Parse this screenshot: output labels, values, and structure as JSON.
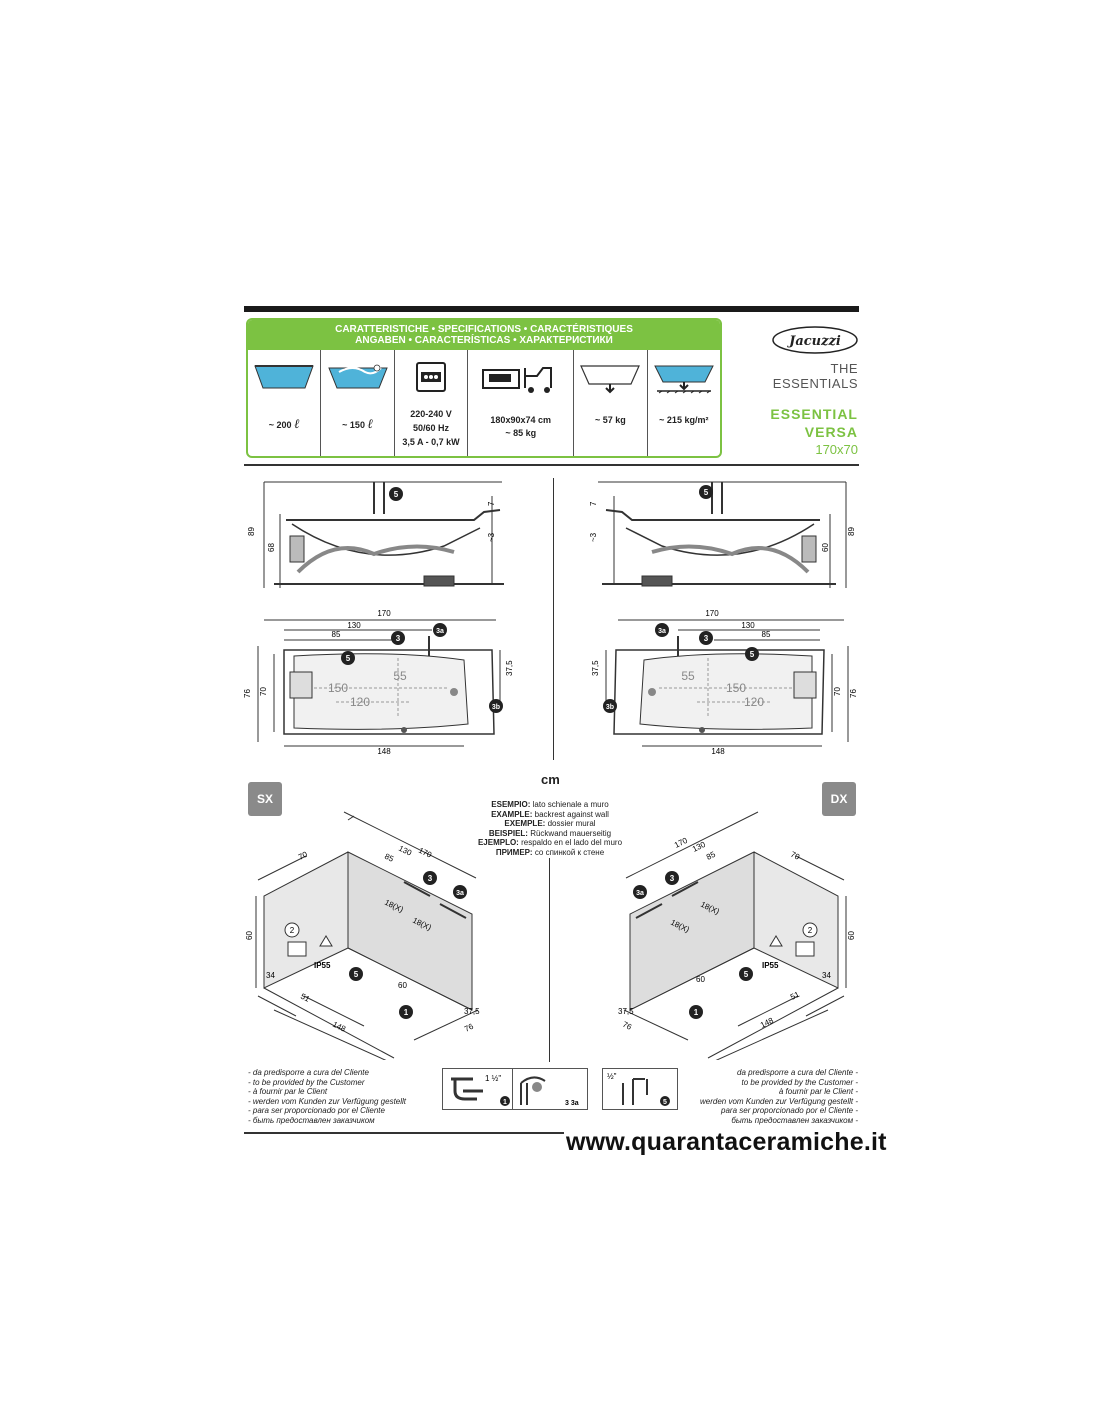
{
  "header": {
    "spec_title_line1": "CARATTERISTICHE • SPECIFICATIONS • CARACTÉRISTIQUES",
    "spec_title_line2": "ANGABEN • CARACTERÍSTICAS • ХАРАКТЕРИСТИКИ"
  },
  "specs": [
    {
      "icon": "tub-capacity-icon",
      "line1": "~ 200",
      "line2": "",
      "unit": "ℓ"
    },
    {
      "icon": "bather-volume-icon",
      "line1": "~ 150",
      "line2": "",
      "unit": "ℓ"
    },
    {
      "icon": "electrical-icon",
      "line1": "220-240 V",
      "line2": "50/60 Hz",
      "line3": "3,5 A - 0,7 kW"
    },
    {
      "icon": "packaging-forklift-icon",
      "line1": "180x90x74 cm",
      "line2": "~ 85 kg"
    },
    {
      "icon": "empty-weight-icon",
      "line1": "~ 57 kg",
      "line2": ""
    },
    {
      "icon": "floor-load-icon",
      "line1": "~ 215 kg/m²",
      "line2": ""
    }
  ],
  "brand": {
    "logo": "Jacuzzi",
    "tagline": "THE ESSENTIALS",
    "product_line1": "ESSENTIAL",
    "product_line2": "VERSA",
    "product_size": "170x70"
  },
  "dimensions": {
    "side_left": {
      "h89": "89",
      "h68": "68",
      "d7": "7",
      "d3": "~3",
      "mark5": "5"
    },
    "side_right": {
      "h89": "89",
      "h60": "60",
      "d7": "7",
      "d3": "~3",
      "mark5": "5"
    },
    "plan_left": {
      "w170": "170",
      "w130": "130",
      "w85": "85",
      "w148": "148",
      "h76": "76",
      "h70": "70",
      "h37": "37,5",
      "in150": "150",
      "in120": "120",
      "in55": "55",
      "m3": "3",
      "m3a": "3a",
      "m3b": "3b",
      "m5": "5"
    },
    "plan_right": {
      "w170": "170",
      "w130": "130",
      "w85": "85",
      "w148": "148",
      "h76": "76",
      "h70": "70",
      "h37": "37,5",
      "in150": "150",
      "in120": "120",
      "in55": "55",
      "m3": "3",
      "m3a": "3a",
      "m3b": "3b",
      "m5": "5"
    }
  },
  "units": "cm",
  "sides": {
    "left": "SX",
    "right": "DX"
  },
  "example": [
    {
      "label": "ESEMPIO:",
      "text": "lato schienale a muro"
    },
    {
      "label": "EXAMPLE:",
      "text": "backrest against wall"
    },
    {
      "label": "EXEMPLE:",
      "text": "dossier mural"
    },
    {
      "label": "BEISPIEL:",
      "text": "Rückwand mauerseitig"
    },
    {
      "label": "EJEMPLO:",
      "text": "respaldo en el lado del muro"
    },
    {
      "label": "ПРИМЕР:",
      "text": "со спинкой к стене"
    }
  ],
  "iso": {
    "d170": "170",
    "d130": "130",
    "d85": "85",
    "d70": "70",
    "d60": "60",
    "d60b": "60",
    "d34": "34",
    "d51": "51",
    "d148": "148",
    "d37": "37,5",
    "d76": "76",
    "d18a": "18(X)",
    "d18b": "18(X)",
    "ip": "IP55",
    "m1": "1",
    "m2": "2",
    "m3": "3",
    "m3a": "3a",
    "m5": "5"
  },
  "customer_notes": [
    "- da predisporre a cura del Cliente",
    "- to be provided by the Customer",
    "- à fournir par le Client",
    "- werden vom Kunden zur Verfügung gestellt",
    "- para ser proporcionado por el Cliente",
    "- быть предоставлен заказчиком"
  ],
  "customer_notes_right": [
    "da predisporre a cura del Cliente -",
    "to be provided by the Customer -",
    "à fournir par le Client -",
    "werden vom Kunden zur Verfügung gestellt -",
    "para ser proporcionado por el Cliente -",
    "быть предоставлен заказчиком -"
  ],
  "connections": [
    {
      "size": "1 ½\"",
      "mark": "1"
    },
    {
      "size": "",
      "mark": "3 3a"
    },
    {
      "size": "½\"",
      "mark": "5"
    }
  ],
  "watermark": "www.quarantaceramiche.it",
  "colors": {
    "accent": "#7cc242",
    "water": "#4fb3d9",
    "text": "#222222"
  }
}
